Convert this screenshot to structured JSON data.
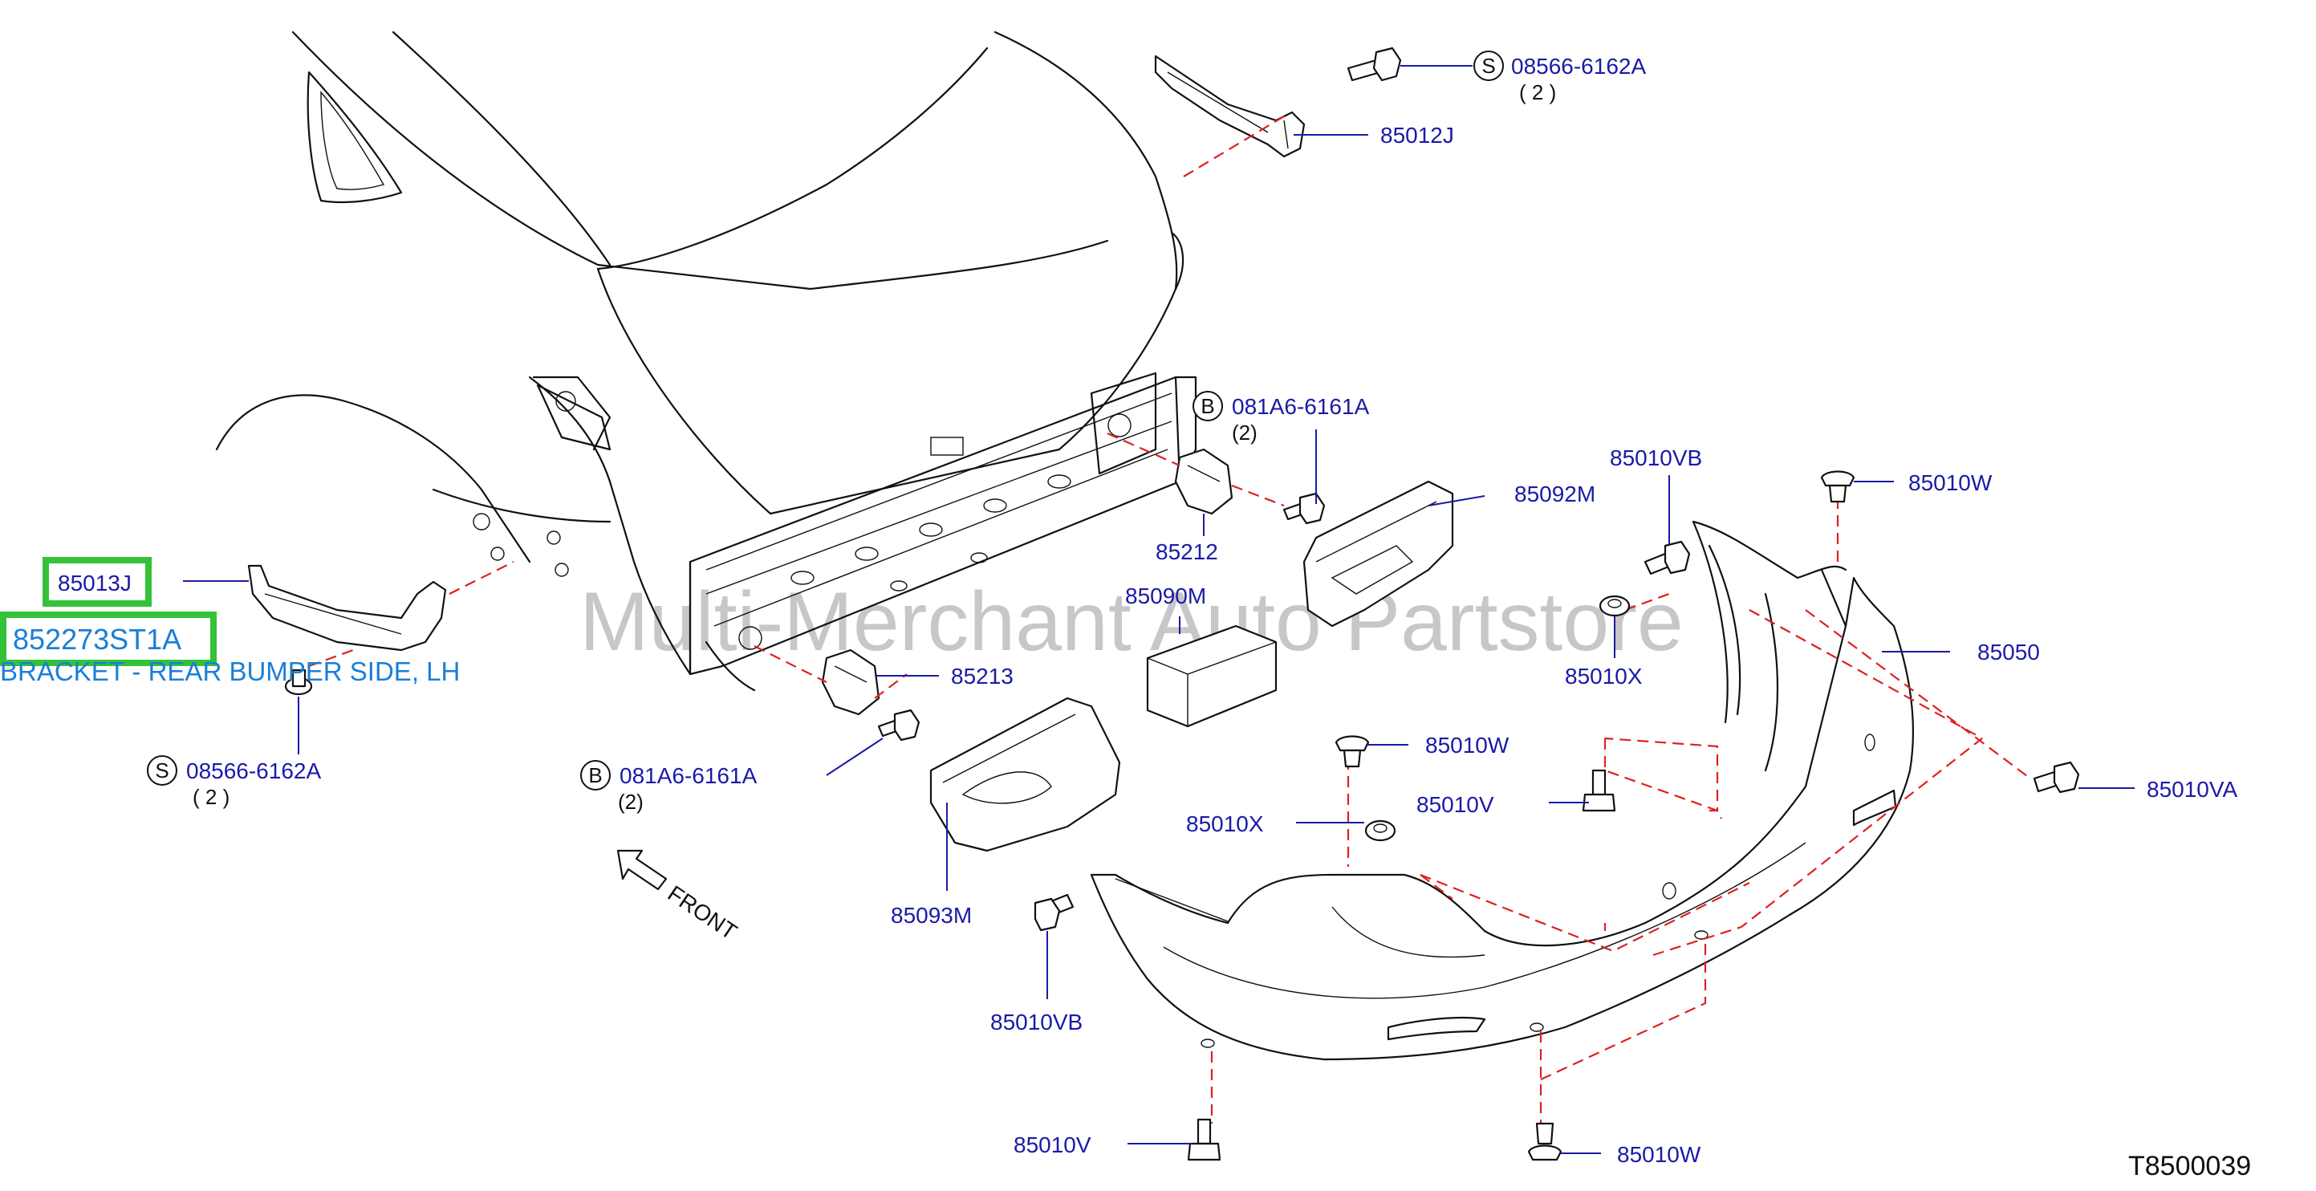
{
  "diagram_code": "T8500039",
  "watermark": "Multi-Merchant Auto Partstore",
  "front_label": "FRONT",
  "highlighted_part": {
    "part_number": "852273ST1A",
    "ref_number": "85013J",
    "description": "BRACKET - REAR BUMPER SIDE, LH"
  },
  "callouts": {
    "bolt_top": {
      "letter": "S",
      "part": "08566-6162A",
      "qty": "( 2 )"
    },
    "bolt_left": {
      "letter": "S",
      "part": "08566-6162A",
      "qty": "( 2 )"
    },
    "bolt_b_top": {
      "letter": "B",
      "part": "081A6-6161A",
      "qty": "(2)"
    },
    "bolt_b_bottom": {
      "letter": "B",
      "part": "081A6-6161A",
      "qty": "(2)"
    }
  },
  "labels": {
    "l_85012J": "85012J",
    "l_85092M": "85092M",
    "l_85212": "85212",
    "l_85090M": "85090M",
    "l_85213": "85213",
    "l_85093M": "85093M",
    "l_85010VB_top": "85010VB",
    "l_85010W_top": "85010W",
    "l_85010X_top": "85010X",
    "l_85050": "85050",
    "l_85010W_mid": "85010W",
    "l_85010X_mid": "85010X",
    "l_85010V_mid": "85010V",
    "l_85010VA": "85010VA",
    "l_85010VB_bottom": "85010VB",
    "l_85010V_bottom": "85010V",
    "l_85010W_bottom": "85010W"
  },
  "colors": {
    "highlight_border": "#34c238",
    "label_text": "#1a1aa8",
    "link_text": "#1a7fd6",
    "dashed_line": "#e02020"
  }
}
